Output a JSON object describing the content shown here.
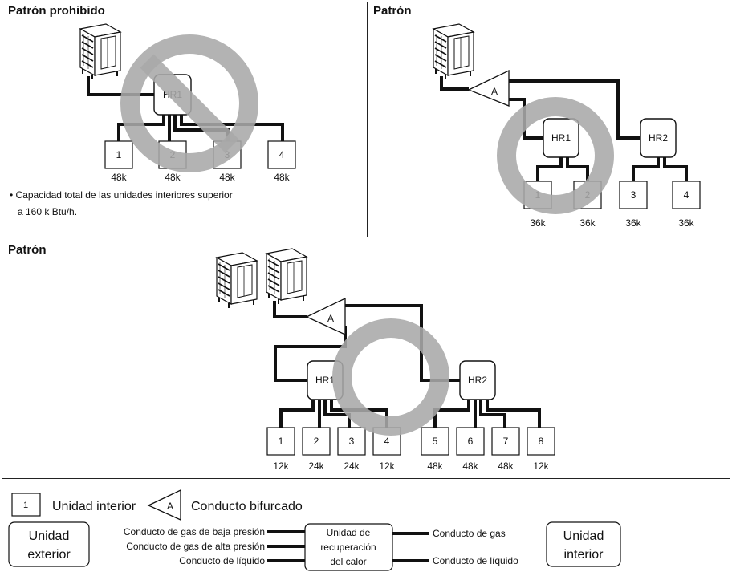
{
  "panel_a": {
    "title": "Patrón prohibido",
    "hr_label": "HR1",
    "units": [
      {
        "num": "1",
        "cap": "48k"
      },
      {
        "num": "2",
        "cap": "48k"
      },
      {
        "num": "3",
        "cap": "48k"
      },
      {
        "num": "4",
        "cap": "48k"
      }
    ],
    "note_line1": "• Capacidad total de las unidades interiores superior",
    "note_line2": "a 160 k Btu/h."
  },
  "panel_b": {
    "title": "Patrón",
    "branch_label": "A",
    "hr1_label": "HR1",
    "hr2_label": "HR2",
    "units": [
      {
        "num": "1",
        "cap": "36k"
      },
      {
        "num": "2",
        "cap": "36k"
      },
      {
        "num": "3",
        "cap": "36k"
      },
      {
        "num": "4",
        "cap": "36k"
      }
    ]
  },
  "panel_c": {
    "title": "Patrón",
    "branch_label": "A",
    "hr1_label": "HR1",
    "hr2_label": "HR2",
    "units": [
      {
        "num": "1",
        "cap": "12k"
      },
      {
        "num": "2",
        "cap": "24k"
      },
      {
        "num": "3",
        "cap": "24k"
      },
      {
        "num": "4",
        "cap": "12k"
      },
      {
        "num": "5",
        "cap": "48k"
      },
      {
        "num": "6",
        "cap": "48k"
      },
      {
        "num": "7",
        "cap": "48k"
      },
      {
        "num": "8",
        "cap": "12k"
      }
    ]
  },
  "legend": {
    "indoor_symbol": "1",
    "indoor_label": "Unidad interior",
    "branch_symbol": "A",
    "branch_label": "Conducto bifurcado",
    "outdoor_line1": "Unidad",
    "outdoor_line2": "exterior",
    "low_gas": "Conducto de gas de baja presión",
    "high_gas": "Conducto de gas de alta presión",
    "liquid_left": "Conducto de líquido",
    "hr_line1": "Unidad de",
    "hr_line2": "recuperación",
    "hr_line3": "del calor",
    "gas": "Conducto de gas",
    "liquid_right": "Conducto de líquido",
    "indoor_line1": "Unidad",
    "indoor_line2": "interior"
  }
}
